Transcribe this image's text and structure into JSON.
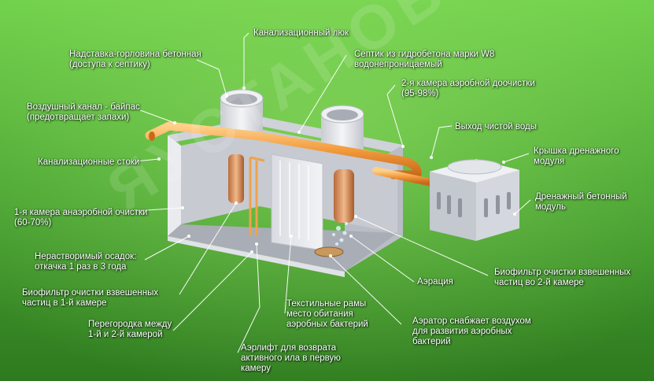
{
  "labels": {
    "hatch": "Канализационный люк",
    "neck": "Надставка-горловина бетонная\n(доступа к септику)",
    "septic_material": "Септик из гидробетона марки W8\nводонепроницаемый",
    "second_chamber": "2-я камера аэробной доочистки\n(95-98%)",
    "bypass": "Воздушный канал - байпас\n(предотвращает запахи)",
    "clean_water_out": "Выход чистой воды",
    "sewage_inlet": "Канализационные стоки",
    "drain_cover": "Крышка дренажного\nмодуля",
    "drain_module": "Дренажный бетонный\nмодуль",
    "first_chamber": "1-я камера анаэробной очистки\n(60-70%)",
    "sediment": "Нерастворимый осадок:\nоткачка 1 раз в 3 года",
    "biofilter_second": "Биофильтр очистки взвешенных\nчастиц во 2-й камере",
    "aeration": "Аэрация",
    "biofilter_first": "Биофильтр очистки взвешенных\nчастиц в 1-й камере",
    "textile_frames": "Текстильные рамы\nместо обитания\nаэробных бактерий",
    "aerator": "Аэратор снабжает воздухом\nдля развития аэробных\nбактерий",
    "partition": "Перегородка между\n1-й и 2-й камерой",
    "airlift": "Аэрлифт для возврата\nактивного ила в первую\nкамеру"
  },
  "watermark": "ЯУСТАНОВКИ",
  "colors": {
    "grass_light": "#5fc040",
    "grass_dark": "#2f7a1e",
    "concrete": "#e4e6ea",
    "pipe": "#f0a24a",
    "label": "#ffffff"
  }
}
